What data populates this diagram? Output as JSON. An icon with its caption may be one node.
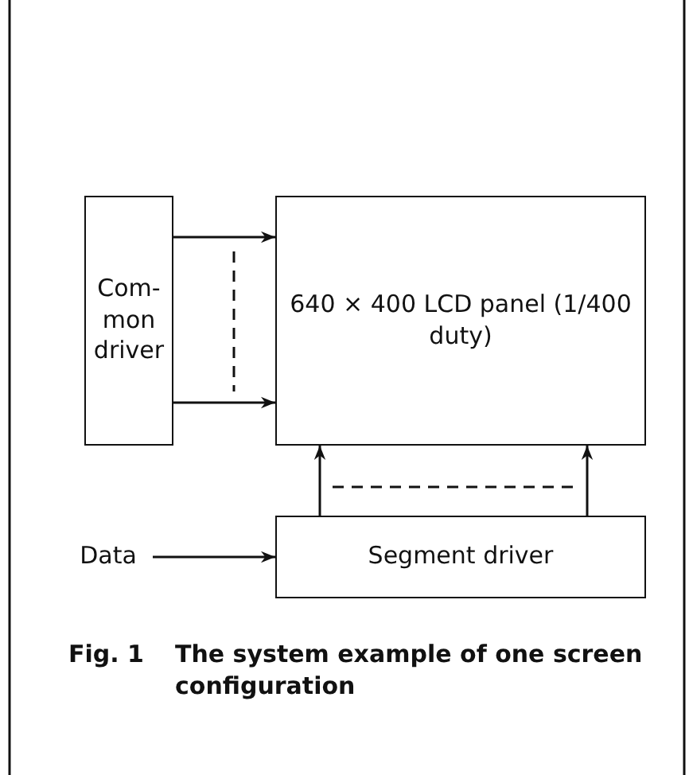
{
  "diagram": {
    "caption": "The system example of one screen configuration",
    "nodes": [
      {
        "text": [
          "Com- mon driver"
        ]
      },
      {
        "text": [
          "640 × 400 LCD panel (1/400 duty)"
        ]
      },
      {
        "text": [
          "Segment driver"
        ]
      },
      {
        "text": [
          "Data"
        ]
      }
    ],
    "edges": [
      {
        "from": 0,
        "to": 1,
        "arrow": "to"
      },
      {
        "from": 0,
        "to": 1,
        "arrow": "to"
      },
      {
        "from": 2,
        "to": 1,
        "arrow": "to"
      },
      {
        "from": 2,
        "to": 1,
        "arrow": "to"
      },
      {
        "from": 3,
        "to": 2,
        "arrow": "to"
      }
    ],
    "labels": [
      "Fig. 1"
    ]
  }
}
